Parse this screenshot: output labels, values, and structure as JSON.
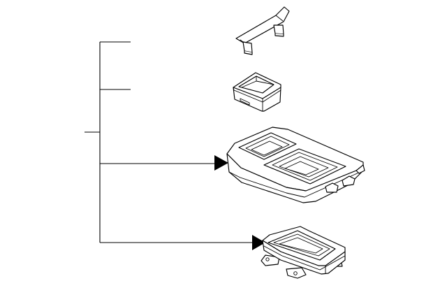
{
  "diagram": {
    "line_color": "#000000",
    "parts": [
      {
        "id": "bracket",
        "kind": "mounting-bracket"
      },
      {
        "id": "cup-holder",
        "kind": "cup-holder-insert"
      },
      {
        "id": "console-panel",
        "kind": "console-finish-panel"
      },
      {
        "id": "storage-tray",
        "kind": "storage-tray"
      }
    ]
  }
}
